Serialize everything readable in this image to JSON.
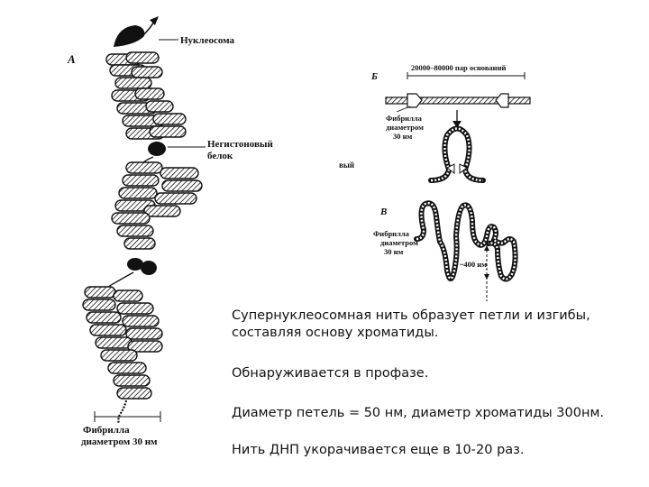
{
  "figure": {
    "label_a": "А",
    "label_b": "Б",
    "label_v": "В",
    "nucleosome": "Нуклеосома",
    "nonhistone_line1": "Негистоновый",
    "nonhistone_line2": "белок",
    "fragment": "вый",
    "fibril_bottom_line1": "Фибрилла",
    "fibril_bottom_line2": "диаметром 30 нм",
    "bp_range": "20000–80000 пар оснований",
    "fibril_b_line1": "Фибрилла",
    "fibril_b_line2": "диаметром",
    "fibril_b_line3": "30 нм",
    "fibril_v_line1": "Фибрилла",
    "fibril_v_line2": "диаметром",
    "fibril_v_line3": "30 нм",
    "loop_size": "~400 нм"
  },
  "text": {
    "p1": "Супернуклеосомная нить образует петли и изгибы, составляя основу хроматиды.",
    "p2": "Обнаруживается в профазе.",
    "p3": "Диаметр петель = 50 нм, диаметр хроматиды 300нм.",
    "p4": "Нить ДНП укорачивается еще в 10-20 раз."
  }
}
